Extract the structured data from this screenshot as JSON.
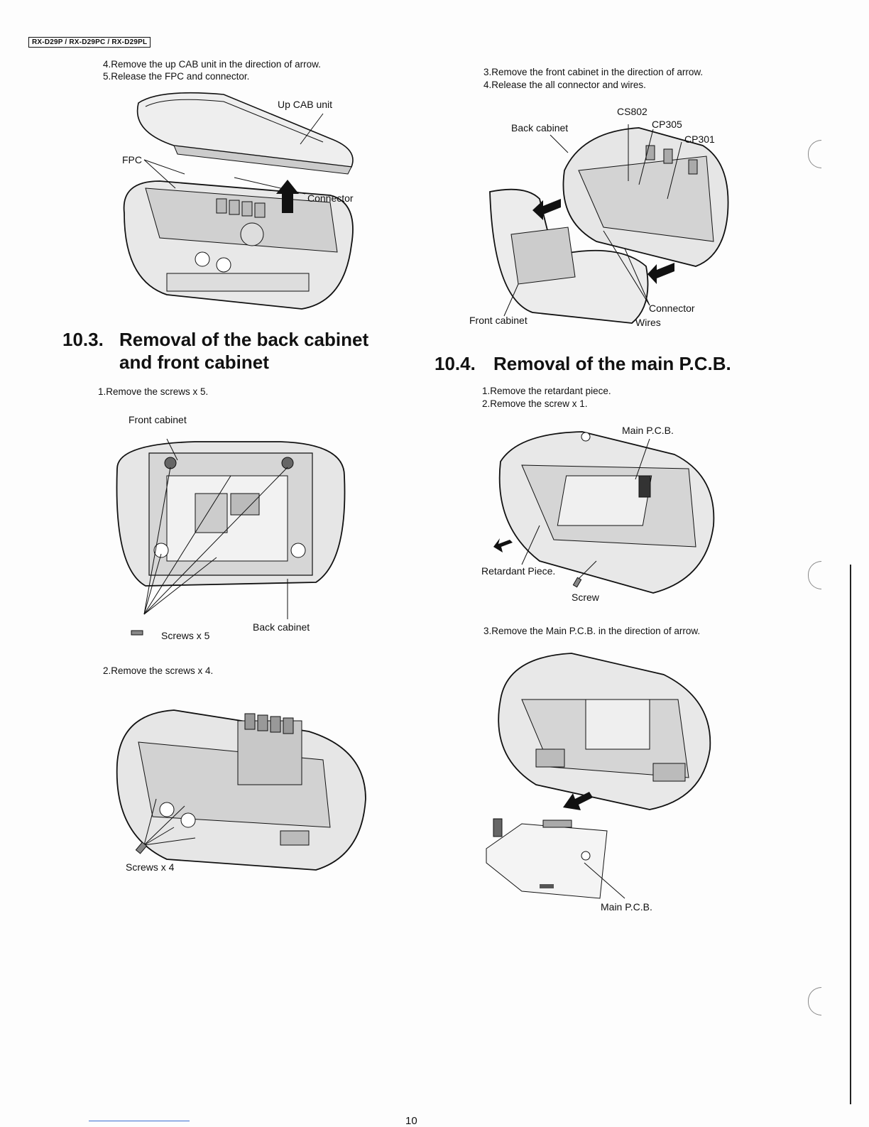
{
  "header": {
    "model_tag": "RX-D29P / RX-D29PC / RX-D29PL"
  },
  "left": {
    "top_steps": [
      "4.Remove the up CAB unit in the direction of arrow.",
      "5.Release the FPC and connector."
    ],
    "fig1_labels": {
      "up_cab": "Up CAB unit",
      "fpc": "FPC",
      "connector": "Connector"
    },
    "section_10_3": {
      "number": "10.3.",
      "title_line1": "Removal of the back cabinet",
      "title_line2": "and front cabinet",
      "step1": "1.Remove the screws x 5.",
      "fig2_labels": {
        "front_cabinet": "Front cabinet",
        "back_cabinet": "Back cabinet",
        "screws": "Screws x 5"
      },
      "step2": "2.Remove the screws x 4.",
      "fig3_labels": {
        "screws": "Screws x 4"
      }
    }
  },
  "right": {
    "top_steps": [
      "3.Remove the front cabinet in the direction of arrow.",
      "4.Release the all connector and wires."
    ],
    "fig4_labels": {
      "back_cabinet": "Back cabinet",
      "cs802": "CS802",
      "cp305": "CP305",
      "cp301": "CP301",
      "front_cabinet": "Front cabinet",
      "connector": "Connector",
      "wires": "Wires"
    },
    "section_10_4": {
      "number": "10.4.",
      "title": "Removal of the main P.C.B.",
      "step1": "1.Remove the retardant piece.",
      "step2": "2.Remove the screw x 1.",
      "fig5_labels": {
        "main_pcb": "Main P.C.B.",
        "retardant": "Retardant Piece.",
        "screw": "Screw"
      },
      "step3": "3.Remove the Main P.C.B. in the direction of arrow.",
      "fig6_labels": {
        "main_pcb": "Main P.C.B."
      }
    }
  },
  "footer": {
    "page_number": "10"
  }
}
